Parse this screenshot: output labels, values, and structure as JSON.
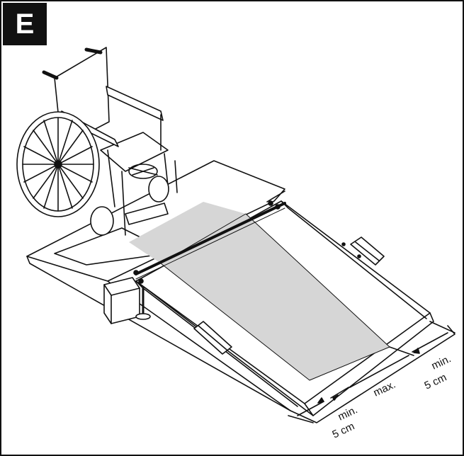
{
  "figure_label": "E",
  "dimensions": {
    "left_min": "min.",
    "left_value": "5 cm",
    "center": "max.",
    "right_min": "min.",
    "right_value": "5 cm"
  },
  "colors": {
    "line": "#111111",
    "shaded_area": "#d6d6d6",
    "background": "#ffffff"
  },
  "icons": [
    "wheelchair-icon",
    "ramp-illustration"
  ]
}
